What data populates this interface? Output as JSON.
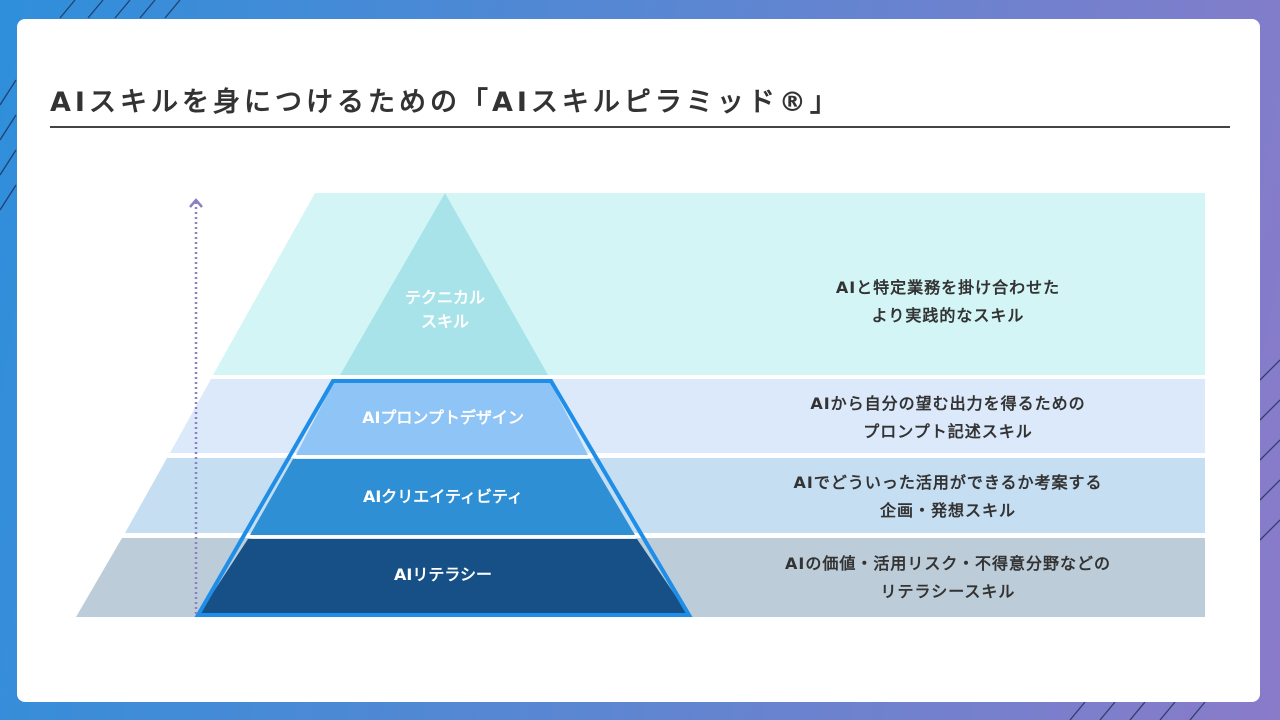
{
  "title": "AIスキルを身につけるための「AIスキルピラミッド®」",
  "levels": [
    {
      "name_line1": "テクニカル",
      "name_line2": "スキル",
      "desc_line1": "AIと特定業務を掛け合わせた",
      "desc_line2": "より実践的なスキル"
    },
    {
      "name": "AIプロンプトデザイン",
      "desc_line1": "AIから自分の望む出力を得るための",
      "desc_line2": "プロンプト記述スキル"
    },
    {
      "name": "AIクリエイティビティ",
      "desc_line1": "AIでどういった活用ができるか考案する",
      "desc_line2": "企画・発想スキル"
    },
    {
      "name": "AIリテラシー",
      "desc_line1": "AIの価値・活用リスク・不得意分野などの",
      "desc_line2": "リテラシースキル"
    }
  ],
  "colors": {
    "band_top": "#d3f5f6",
    "band_2": "#dbe9fa",
    "band_3": "#c6def1",
    "band_4": "#bccdd9",
    "tip": "#a9e3ea",
    "prompt": "#8ec4f6",
    "creativity": "#2e8fd5",
    "literacy": "#165086",
    "outline": "#1e8ee8",
    "arrow": "#8b80c2"
  }
}
